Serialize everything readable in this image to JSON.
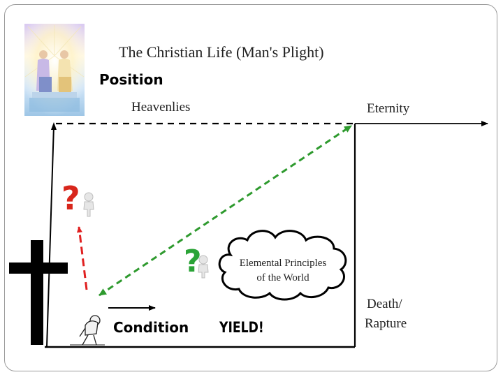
{
  "slide": {
    "title": "The Christian Life (Man's Plight)",
    "position_label": "Position",
    "heavenlies_label": "Heavenlies",
    "eternity_label": "Eternity",
    "condition_label": "Condition",
    "yield_label": "YIELD!",
    "cloud_line1": "Elemental Principles",
    "cloud_line2": "of the World",
    "death_line1": "Death/",
    "death_line2": "Rapture"
  },
  "colors": {
    "title_text": "#222222",
    "line": "#000000",
    "green_arrow": "#2e9a2e",
    "red_arrow": "#e02020",
    "question_red": "#d8261c",
    "question_green": "#2aa336",
    "frame_border": "#9a9a9a"
  },
  "icons": {
    "illustration": "throne-illustration",
    "cross": "cross-icon",
    "figure_red": "red-question-figure",
    "figure_green": "green-question-figure",
    "figure_tired": "tired-figure",
    "cloud": "cloud-shape"
  }
}
